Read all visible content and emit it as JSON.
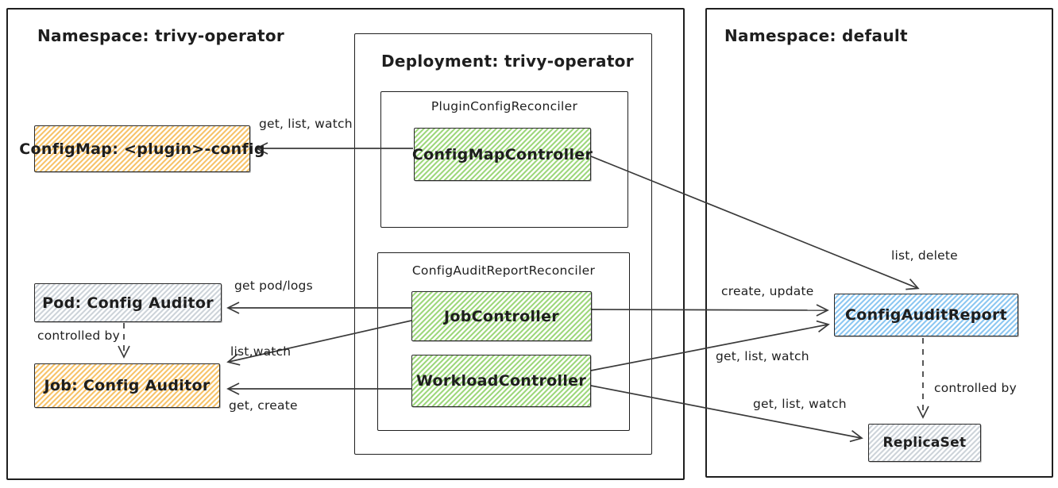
{
  "diagram": {
    "title_note": "Kubernetes trivy-operator controllers diagram",
    "colors": {
      "green": "#9fd87e",
      "orange": "#f7c46c",
      "blue": "#8ec8f2",
      "gray": "#ced4da",
      "stroke": "#1e1e1e"
    },
    "containers": [
      {
        "id": "ns-trivy-operator",
        "label": "Namespace: trivy-operator"
      },
      {
        "id": "ns-default",
        "label": "Namespace: default"
      },
      {
        "id": "deployment-trivy-operator",
        "label": "Deployment: trivy-operator"
      },
      {
        "id": "plugin-config-reconciler",
        "label": "PluginConfigReconciler"
      },
      {
        "id": "config-audit-report-reconciler",
        "label": "ConfigAuditReportReconciler"
      }
    ],
    "nodes": [
      {
        "id": "configmap-plugin-config",
        "label": "ConfigMap: <plugin>-config",
        "color": "orange"
      },
      {
        "id": "pod-config-auditor",
        "label": "Pod: Config Auditor",
        "color": "gray"
      },
      {
        "id": "job-config-auditor",
        "label": "Job: Config Auditor",
        "color": "orange"
      },
      {
        "id": "configmap-controller",
        "label": "ConfigMapController",
        "color": "green"
      },
      {
        "id": "job-controller",
        "label": "JobController",
        "color": "green"
      },
      {
        "id": "workload-controller",
        "label": "WorkloadController",
        "color": "green"
      },
      {
        "id": "config-audit-report",
        "label": "ConfigAuditReport",
        "color": "blue"
      },
      {
        "id": "replicaset",
        "label": "ReplicaSet",
        "color": "gray"
      }
    ],
    "edges": [
      {
        "from": "configmap-controller",
        "to": "configmap-plugin-config",
        "label": "get, list, watch",
        "style": "solid"
      },
      {
        "from": "configmap-controller",
        "to": "config-audit-report",
        "label": "list, delete",
        "style": "solid"
      },
      {
        "from": "job-controller",
        "to": "pod-config-auditor",
        "label": "get pod/logs",
        "style": "solid"
      },
      {
        "from": "job-controller",
        "to": "job-config-auditor",
        "label": "list,watch",
        "style": "solid"
      },
      {
        "from": "workload-controller",
        "to": "job-config-auditor",
        "label": "get, create",
        "style": "solid"
      },
      {
        "from": "job-controller",
        "to": "config-audit-report",
        "label": "create, update",
        "style": "solid"
      },
      {
        "from": "workload-controller",
        "to": "config-audit-report",
        "label": "get, list, watch",
        "style": "solid"
      },
      {
        "from": "workload-controller",
        "to": "replicaset",
        "label": "get, list, watch",
        "style": "solid"
      },
      {
        "from": "pod-config-auditor",
        "to": "job-config-auditor",
        "label": "controlled by",
        "style": "dashed"
      },
      {
        "from": "config-audit-report",
        "to": "replicaset",
        "label": "controlled by",
        "style": "dashed"
      }
    ]
  }
}
